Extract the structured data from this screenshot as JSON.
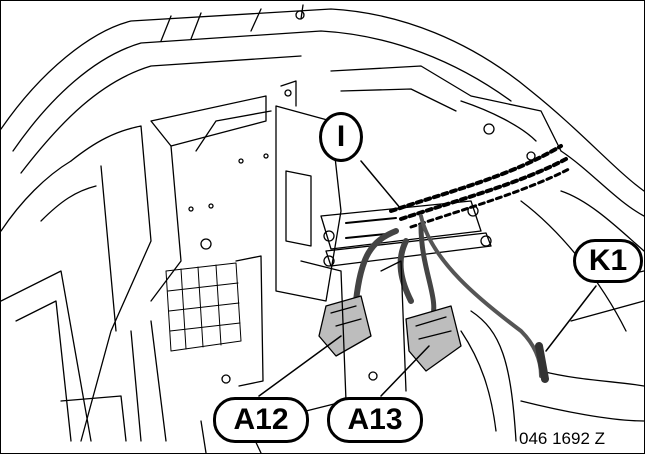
{
  "callouts": {
    "i": "I",
    "k1": "K1",
    "a12": "A12",
    "a13": "A13"
  },
  "reference_number": "046 1692 Z"
}
